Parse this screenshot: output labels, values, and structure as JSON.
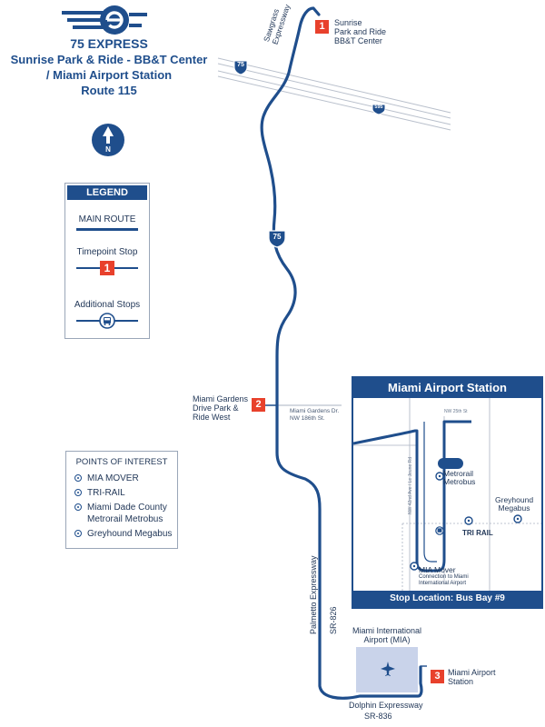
{
  "header": {
    "title_line1": "75 EXPRESS",
    "title_line2": "Sunrise Park & Ride - BB&T Center",
    "title_line3": "/ Miami Airport Station",
    "title_line4": "Route 115"
  },
  "north_arrow": {
    "label": "N"
  },
  "legend": {
    "title": "LEGEND",
    "main_route": "MAIN ROUTE",
    "timepoint_stop": "Timepoint Stop",
    "timepoint_number": "1",
    "additional_stops": "Additional Stops"
  },
  "points_of_interest": {
    "title": "POINTS OF INTEREST",
    "items": [
      "MIA MOVER",
      "TRI-RAIL",
      "Miami Dade County",
      "Metrorail Metrobus",
      "Greyhound Megabus"
    ]
  },
  "map": {
    "highways": {
      "sawgrass_line1": "Sawgrass",
      "sawgrass_line2": "Expressway",
      "i75": "75",
      "i595": "595",
      "i75_mid": "75",
      "palmetto": "Palmetto Expressway",
      "sr826": "SR-826",
      "dolphin": "Dolphin Expressway",
      "sr836": "SR-836"
    },
    "streets": {
      "miami_gardens_line1": "Miami Gardens Dr.",
      "miami_gardens_line2": "NW 186th St."
    },
    "stops": [
      {
        "number": "1",
        "line1": "Sunrise",
        "line2": "Park and Ride",
        "line3": "BB&T Center"
      },
      {
        "number": "2",
        "line1": "Miami Gardens",
        "line2": "Drive Park &",
        "line3": "Ride West"
      },
      {
        "number": "3",
        "line1": "Miami Airport",
        "line2": "Station"
      }
    ],
    "airport": {
      "line1": "Miami International",
      "line2": "Airport (MIA)"
    }
  },
  "inset": {
    "title": "Miami Airport Station",
    "footer": "Stop Location: Bus Bay #9",
    "labels": {
      "metrorail_line1": "Metrorail",
      "metrorail_line2": "Metrobus",
      "greyhound_line1": "Greyhound",
      "greyhound_line2": "Megabus",
      "trirail": "TRI RAIL",
      "mia_mover": "MIA Mover",
      "connection_line1": "Connection to Miami",
      "connection_line2": "International Airport",
      "nw25": "NW 25th St",
      "le_jeune": "NW 42nd Ave / Le Jeune Rd"
    }
  },
  "colors": {
    "route_blue": "#1f4e8c",
    "timepoint_red": "#e8412c",
    "highway_gray": "#c7ccd6",
    "airport_fill": "#c9d3ea"
  }
}
